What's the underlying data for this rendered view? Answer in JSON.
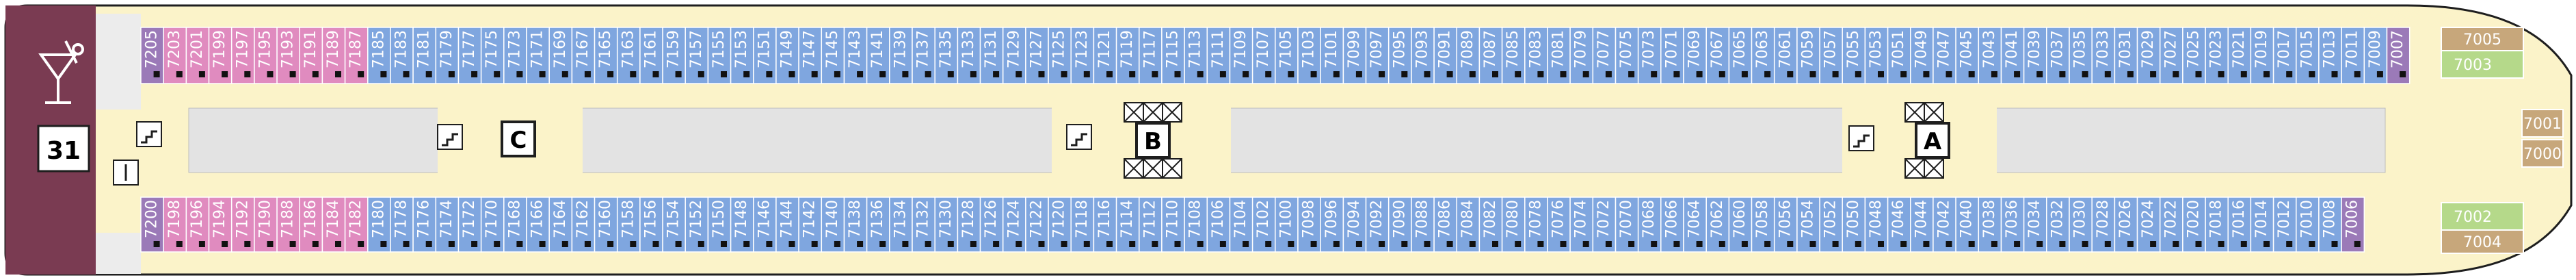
{
  "deck": {
    "number": "31",
    "stairwells": [
      "C",
      "B",
      "A"
    ],
    "forward_upper": [
      "7005",
      "7003"
    ],
    "forward_center": [
      "7001",
      "7000"
    ],
    "forward_lower": [
      "7002",
      "7004"
    ]
  },
  "top_row": [
    {
      "no": "7205",
      "c": "purple"
    },
    {
      "no": "7203",
      "c": "pink"
    },
    {
      "no": "7201",
      "c": "pink"
    },
    {
      "no": "7199",
      "c": "pink"
    },
    {
      "no": "7197",
      "c": "pink"
    },
    {
      "no": "7195",
      "c": "pink"
    },
    {
      "no": "7193",
      "c": "pink"
    },
    {
      "no": "7191",
      "c": "pink"
    },
    {
      "no": "7189",
      "c": "pink"
    },
    {
      "no": "7187",
      "c": "pink"
    },
    {
      "no": "7185",
      "c": "blue"
    },
    {
      "no": "7183",
      "c": "blue"
    },
    {
      "no": "7181",
      "c": "blue"
    },
    {
      "no": "7179",
      "c": "blue"
    },
    {
      "no": "7177",
      "c": "blue"
    },
    {
      "no": "7175",
      "c": "blue"
    },
    {
      "no": "7173",
      "c": "blue"
    },
    {
      "no": "7171",
      "c": "blue"
    },
    {
      "no": "7169",
      "c": "blue"
    },
    {
      "no": "7167",
      "c": "blue"
    },
    {
      "no": "7165",
      "c": "blue"
    },
    {
      "no": "7163",
      "c": "blue"
    },
    {
      "no": "7161",
      "c": "blue"
    },
    {
      "no": "7159",
      "c": "blue"
    },
    {
      "no": "7157",
      "c": "blue"
    },
    {
      "no": "7155",
      "c": "blue"
    },
    {
      "no": "7153",
      "c": "blue"
    },
    {
      "no": "7151",
      "c": "blue"
    },
    {
      "no": "7149",
      "c": "blue"
    },
    {
      "no": "7147",
      "c": "blue"
    },
    {
      "no": "7145",
      "c": "blue"
    },
    {
      "no": "7143",
      "c": "blue"
    },
    {
      "no": "7141",
      "c": "blue"
    },
    {
      "no": "7139",
      "c": "blue"
    },
    {
      "no": "7137",
      "c": "blue"
    },
    {
      "no": "7135",
      "c": "blue"
    },
    {
      "no": "7133",
      "c": "blue"
    },
    {
      "no": "7131",
      "c": "blue"
    },
    {
      "no": "7129",
      "c": "blue"
    },
    {
      "no": "7127",
      "c": "blue"
    },
    {
      "no": "7125",
      "c": "blue"
    },
    {
      "no": "7123",
      "c": "blue"
    },
    {
      "no": "7121",
      "c": "blue"
    },
    {
      "no": "7119",
      "c": "blue"
    },
    {
      "no": "7117",
      "c": "blue"
    },
    {
      "no": "7115",
      "c": "blue"
    },
    {
      "no": "7113",
      "c": "blue"
    },
    {
      "no": "7111",
      "c": "blue"
    },
    {
      "no": "7109",
      "c": "blue"
    },
    {
      "no": "7107",
      "c": "blue"
    },
    {
      "no": "7105",
      "c": "blue"
    },
    {
      "no": "7103",
      "c": "blue"
    },
    {
      "no": "7101",
      "c": "blue"
    },
    {
      "no": "7099",
      "c": "blue"
    },
    {
      "no": "7097",
      "c": "blue"
    },
    {
      "no": "7095",
      "c": "blue"
    },
    {
      "no": "7093",
      "c": "blue"
    },
    {
      "no": "7091",
      "c": "blue"
    },
    {
      "no": "7089",
      "c": "blue"
    },
    {
      "no": "7087",
      "c": "blue"
    },
    {
      "no": "7085",
      "c": "blue"
    },
    {
      "no": "7083",
      "c": "blue"
    },
    {
      "no": "7081",
      "c": "blue"
    },
    {
      "no": "7079",
      "c": "blue"
    },
    {
      "no": "7077",
      "c": "blue"
    },
    {
      "no": "7075",
      "c": "blue"
    },
    {
      "no": "7073",
      "c": "blue"
    },
    {
      "no": "7071",
      "c": "blue"
    },
    {
      "no": "7069",
      "c": "blue"
    },
    {
      "no": "7067",
      "c": "blue"
    },
    {
      "no": "7065",
      "c": "blue"
    },
    {
      "no": "7063",
      "c": "blue"
    },
    {
      "no": "7061",
      "c": "blue"
    },
    {
      "no": "7059",
      "c": "blue"
    },
    {
      "no": "7057",
      "c": "blue"
    },
    {
      "no": "7055",
      "c": "blue"
    },
    {
      "no": "7053",
      "c": "blue"
    },
    {
      "no": "7051",
      "c": "blue"
    },
    {
      "no": "7049",
      "c": "blue"
    },
    {
      "no": "7047",
      "c": "blue"
    },
    {
      "no": "7045",
      "c": "blue"
    },
    {
      "no": "7043",
      "c": "blue"
    },
    {
      "no": "7041",
      "c": "blue"
    },
    {
      "no": "7039",
      "c": "blue"
    },
    {
      "no": "7037",
      "c": "blue"
    },
    {
      "no": "7035",
      "c": "blue"
    },
    {
      "no": "7033",
      "c": "blue"
    },
    {
      "no": "7031",
      "c": "blue"
    },
    {
      "no": "7029",
      "c": "blue"
    },
    {
      "no": "7027",
      "c": "blue"
    },
    {
      "no": "7025",
      "c": "blue"
    },
    {
      "no": "7023",
      "c": "blue"
    },
    {
      "no": "7021",
      "c": "blue"
    },
    {
      "no": "7019",
      "c": "blue"
    },
    {
      "no": "7017",
      "c": "blue"
    },
    {
      "no": "7015",
      "c": "blue"
    },
    {
      "no": "7013",
      "c": "blue"
    },
    {
      "no": "7011",
      "c": "blue"
    },
    {
      "no": "7009",
      "c": "blue"
    },
    {
      "no": "7007",
      "c": "purple"
    }
  ],
  "bottom_row": [
    {
      "no": "7200",
      "c": "purple"
    },
    {
      "no": "7198",
      "c": "pink"
    },
    {
      "no": "7196",
      "c": "pink"
    },
    {
      "no": "7194",
      "c": "pink"
    },
    {
      "no": "7192",
      "c": "pink"
    },
    {
      "no": "7190",
      "c": "pink"
    },
    {
      "no": "7188",
      "c": "pink"
    },
    {
      "no": "7186",
      "c": "pink"
    },
    {
      "no": "7184",
      "c": "pink"
    },
    {
      "no": "7182",
      "c": "pink"
    },
    {
      "no": "7180",
      "c": "blue"
    },
    {
      "no": "7178",
      "c": "blue"
    },
    {
      "no": "7176",
      "c": "blue"
    },
    {
      "no": "7174",
      "c": "blue"
    },
    {
      "no": "7172",
      "c": "blue"
    },
    {
      "no": "7170",
      "c": "blue"
    },
    {
      "no": "7168",
      "c": "blue"
    },
    {
      "no": "7166",
      "c": "blue"
    },
    {
      "no": "7164",
      "c": "blue"
    },
    {
      "no": "7162",
      "c": "blue"
    },
    {
      "no": "7160",
      "c": "blue"
    },
    {
      "no": "7158",
      "c": "blue"
    },
    {
      "no": "7156",
      "c": "blue"
    },
    {
      "no": "7154",
      "c": "blue"
    },
    {
      "no": "7152",
      "c": "blue"
    },
    {
      "no": "7150",
      "c": "blue"
    },
    {
      "no": "7148",
      "c": "blue"
    },
    {
      "no": "7146",
      "c": "blue"
    },
    {
      "no": "7144",
      "c": "blue"
    },
    {
      "no": "7142",
      "c": "blue"
    },
    {
      "no": "7140",
      "c": "blue"
    },
    {
      "no": "7138",
      "c": "blue"
    },
    {
      "no": "7136",
      "c": "blue"
    },
    {
      "no": "7134",
      "c": "blue"
    },
    {
      "no": "7132",
      "c": "blue"
    },
    {
      "no": "7130",
      "c": "blue"
    },
    {
      "no": "7128",
      "c": "blue"
    },
    {
      "no": "7126",
      "c": "blue"
    },
    {
      "no": "7124",
      "c": "blue"
    },
    {
      "no": "7122",
      "c": "blue"
    },
    {
      "no": "7120",
      "c": "blue"
    },
    {
      "no": "7118",
      "c": "blue"
    },
    {
      "no": "7116",
      "c": "blue"
    },
    {
      "no": "7114",
      "c": "blue"
    },
    {
      "no": "7112",
      "c": "blue"
    },
    {
      "no": "7110",
      "c": "blue"
    },
    {
      "no": "7108",
      "c": "blue"
    },
    {
      "no": "7106",
      "c": "blue"
    },
    {
      "no": "7104",
      "c": "blue"
    },
    {
      "no": "7102",
      "c": "blue"
    },
    {
      "no": "7100",
      "c": "blue"
    },
    {
      "no": "7098",
      "c": "blue"
    },
    {
      "no": "7096",
      "c": "blue"
    },
    {
      "no": "7094",
      "c": "blue"
    },
    {
      "no": "7092",
      "c": "blue"
    },
    {
      "no": "7090",
      "c": "blue"
    },
    {
      "no": "7088",
      "c": "blue"
    },
    {
      "no": "7086",
      "c": "blue"
    },
    {
      "no": "7084",
      "c": "blue"
    },
    {
      "no": "7082",
      "c": "blue"
    },
    {
      "no": "7080",
      "c": "blue"
    },
    {
      "no": "7078",
      "c": "blue"
    },
    {
      "no": "7076",
      "c": "blue"
    },
    {
      "no": "7074",
      "c": "blue"
    },
    {
      "no": "7072",
      "c": "blue"
    },
    {
      "no": "7070",
      "c": "blue"
    },
    {
      "no": "7068",
      "c": "blue"
    },
    {
      "no": "7066",
      "c": "blue"
    },
    {
      "no": "7064",
      "c": "blue"
    },
    {
      "no": "7062",
      "c": "blue"
    },
    {
      "no": "7060",
      "c": "blue"
    },
    {
      "no": "7058",
      "c": "blue"
    },
    {
      "no": "7056",
      "c": "blue"
    },
    {
      "no": "7054",
      "c": "blue"
    },
    {
      "no": "7052",
      "c": "blue"
    },
    {
      "no": "7050",
      "c": "blue"
    },
    {
      "no": "7048",
      "c": "blue"
    },
    {
      "no": "7046",
      "c": "blue"
    },
    {
      "no": "7044",
      "c": "blue"
    },
    {
      "no": "7042",
      "c": "blue"
    },
    {
      "no": "7040",
      "c": "blue"
    },
    {
      "no": "7038",
      "c": "blue"
    },
    {
      "no": "7036",
      "c": "blue"
    },
    {
      "no": "7034",
      "c": "blue"
    },
    {
      "no": "7032",
      "c": "blue"
    },
    {
      "no": "7030",
      "c": "blue"
    },
    {
      "no": "7028",
      "c": "blue"
    },
    {
      "no": "7026",
      "c": "blue"
    },
    {
      "no": "7024",
      "c": "blue"
    },
    {
      "no": "7022",
      "c": "blue"
    },
    {
      "no": "7020",
      "c": "blue"
    },
    {
      "no": "7018",
      "c": "blue"
    },
    {
      "no": "7016",
      "c": "blue"
    },
    {
      "no": "7014",
      "c": "blue"
    },
    {
      "no": "7012",
      "c": "blue"
    },
    {
      "no": "7010",
      "c": "blue"
    },
    {
      "no": "7008",
      "c": "blue"
    },
    {
      "no": "7006",
      "c": "purple"
    }
  ],
  "colors": {
    "hull": "#7a3b52",
    "deck": "#fbf3c9",
    "corridor": "#e3e3e3",
    "blue": "#7fa6df",
    "pink": "#e08bbf",
    "purple": "#9b7ab8",
    "tan": "#c7a77b",
    "green": "#b5d98a",
    "icon": "#1e1e1e"
  }
}
